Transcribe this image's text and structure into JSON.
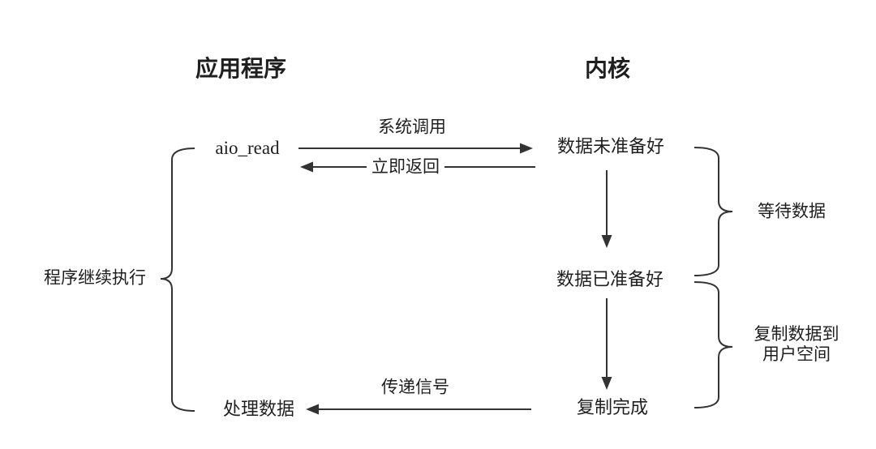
{
  "diagram": {
    "columns": {
      "app": "应用程序",
      "kernel": "内核"
    },
    "nodes": {
      "aio_read": "aio_read",
      "data_not_ready": "数据未准备好",
      "data_ready": "数据已准备好",
      "copy_done": "复制完成",
      "process_data": "处理数据"
    },
    "edges": {
      "syscall": "系统调用",
      "return_immediately": "立即返回",
      "signal": "传递信号"
    },
    "braces": {
      "program_continues": "程序继续执行",
      "wait_data": "等待数据",
      "copy_to_user_line1": "复制数据到",
      "copy_to_user_line2": "用户空间"
    },
    "colors": {
      "background": "#ffffff",
      "text": "#1f1f1f",
      "line": "#333333"
    }
  }
}
